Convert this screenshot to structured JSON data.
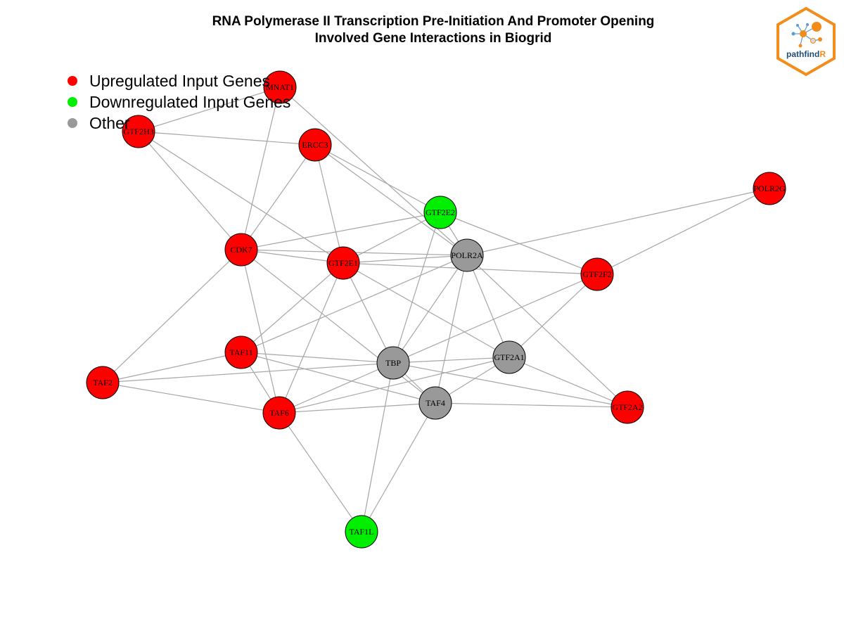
{
  "title": {
    "line1": "RNA Polymerase II Transcription Pre-Initiation And Promoter Opening",
    "line2": "Involved Gene Interactions in Biogrid"
  },
  "legend": [
    {
      "label": "Upregulated Input Genes",
      "color": "#ff0000"
    },
    {
      "label": "Downregulated Input Genes",
      "color": "#00ee00"
    },
    {
      "label": "Other",
      "color": "#999999"
    }
  ],
  "logo": {
    "text_main": "pathfind",
    "text_accent": "R"
  },
  "colors": {
    "up": "#ff0000",
    "down": "#00ee00",
    "other": "#999999",
    "edge": "#a6a6a6"
  },
  "nodes": [
    {
      "id": "MNAT1",
      "status": "up"
    },
    {
      "id": "GTF2H3",
      "status": "up"
    },
    {
      "id": "ERCC3",
      "status": "up"
    },
    {
      "id": "POLR2G",
      "status": "up"
    },
    {
      "id": "GTF2E2",
      "status": "down"
    },
    {
      "id": "CDK7",
      "status": "up"
    },
    {
      "id": "POLR2A",
      "status": "other"
    },
    {
      "id": "GTF2E1",
      "status": "up"
    },
    {
      "id": "GTF2F2",
      "status": "up"
    },
    {
      "id": "TAF11",
      "status": "up"
    },
    {
      "id": "TBP",
      "status": "other"
    },
    {
      "id": "GTF2A1",
      "status": "other"
    },
    {
      "id": "TAF2",
      "status": "up"
    },
    {
      "id": "TAF6",
      "status": "up"
    },
    {
      "id": "TAF4",
      "status": "other"
    },
    {
      "id": "GTF2A2",
      "status": "up"
    },
    {
      "id": "TAF1L",
      "status": "down"
    }
  ],
  "edges": [
    [
      "MNAT1",
      "GTF2H3"
    ],
    [
      "MNAT1",
      "CDK7"
    ],
    [
      "MNAT1",
      "POLR2A"
    ],
    [
      "GTF2H3",
      "ERCC3"
    ],
    [
      "GTF2H3",
      "CDK7"
    ],
    [
      "GTF2H3",
      "GTF2E1"
    ],
    [
      "ERCC3",
      "CDK7"
    ],
    [
      "ERCC3",
      "GTF2E1"
    ],
    [
      "ERCC3",
      "POLR2A"
    ],
    [
      "ERCC3",
      "GTF2E2"
    ],
    [
      "POLR2G",
      "POLR2A"
    ],
    [
      "POLR2G",
      "GTF2F2"
    ],
    [
      "GTF2E2",
      "CDK7"
    ],
    [
      "GTF2E2",
      "GTF2E1"
    ],
    [
      "GTF2E2",
      "POLR2A"
    ],
    [
      "GTF2E2",
      "TBP"
    ],
    [
      "GTF2E2",
      "GTF2F2"
    ],
    [
      "CDK7",
      "GTF2E1"
    ],
    [
      "CDK7",
      "POLR2A"
    ],
    [
      "CDK7",
      "TAF2"
    ],
    [
      "CDK7",
      "TAF6"
    ],
    [
      "CDK7",
      "TAF4"
    ],
    [
      "GTF2E1",
      "POLR2A"
    ],
    [
      "GTF2E1",
      "GTF2F2"
    ],
    [
      "GTF2E1",
      "TAF11"
    ],
    [
      "GTF2E1",
      "TAF6"
    ],
    [
      "GTF2E1",
      "TBP"
    ],
    [
      "GTF2E1",
      "GTF2A1"
    ],
    [
      "POLR2A",
      "TBP"
    ],
    [
      "POLR2A",
      "GTF2A1"
    ],
    [
      "POLR2A",
      "TAF4"
    ],
    [
      "POLR2A",
      "GTF2A2"
    ],
    [
      "POLR2A",
      "TAF11"
    ],
    [
      "GTF2F2",
      "TBP"
    ],
    [
      "GTF2F2",
      "GTF2A1"
    ],
    [
      "TAF11",
      "TBP"
    ],
    [
      "TAF11",
      "TAF6"
    ],
    [
      "TAF11",
      "TAF2"
    ],
    [
      "TAF11",
      "TAF4"
    ],
    [
      "TBP",
      "GTF2A1"
    ],
    [
      "TBP",
      "TAF6"
    ],
    [
      "TBP",
      "TAF4"
    ],
    [
      "TBP",
      "TAF1L"
    ],
    [
      "TBP",
      "TAF2"
    ],
    [
      "TBP",
      "GTF2A2"
    ],
    [
      "GTF2A1",
      "TAF4"
    ],
    [
      "GTF2A1",
      "TAF6"
    ],
    [
      "GTF2A1",
      "GTF2A2"
    ],
    [
      "TAF2",
      "TAF6"
    ],
    [
      "TAF6",
      "TAF4"
    ],
    [
      "TAF6",
      "TAF1L"
    ],
    [
      "TAF4",
      "GTF2A2"
    ],
    [
      "TAF4",
      "TAF1L"
    ]
  ]
}
